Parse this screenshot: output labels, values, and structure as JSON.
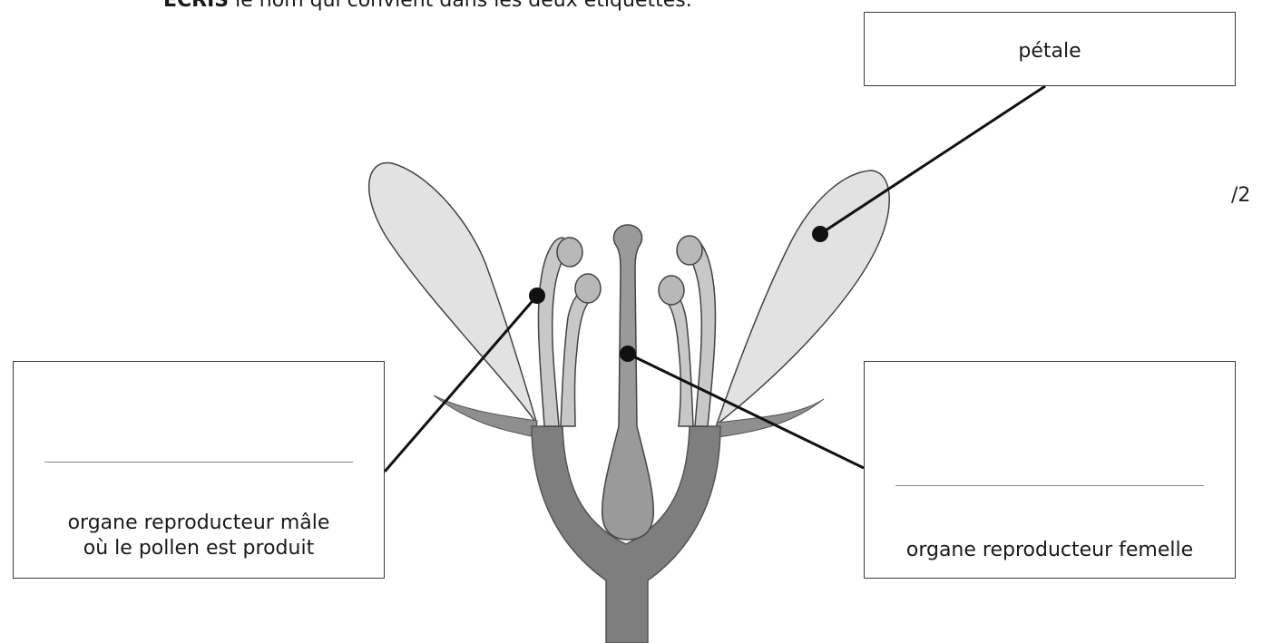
{
  "instruction": {
    "bold": "ÉCRIS",
    "rest": " le nom qui convient dans les deux étiquettes."
  },
  "score": "/2",
  "labels": {
    "petal": {
      "text": "pétale"
    },
    "male": {
      "answer": "",
      "description_line1": "organe reproducteur mâle",
      "description_line2": "où le pollen est produit"
    },
    "female": {
      "answer": "",
      "description": "organe reproducteur femelle"
    }
  }
}
